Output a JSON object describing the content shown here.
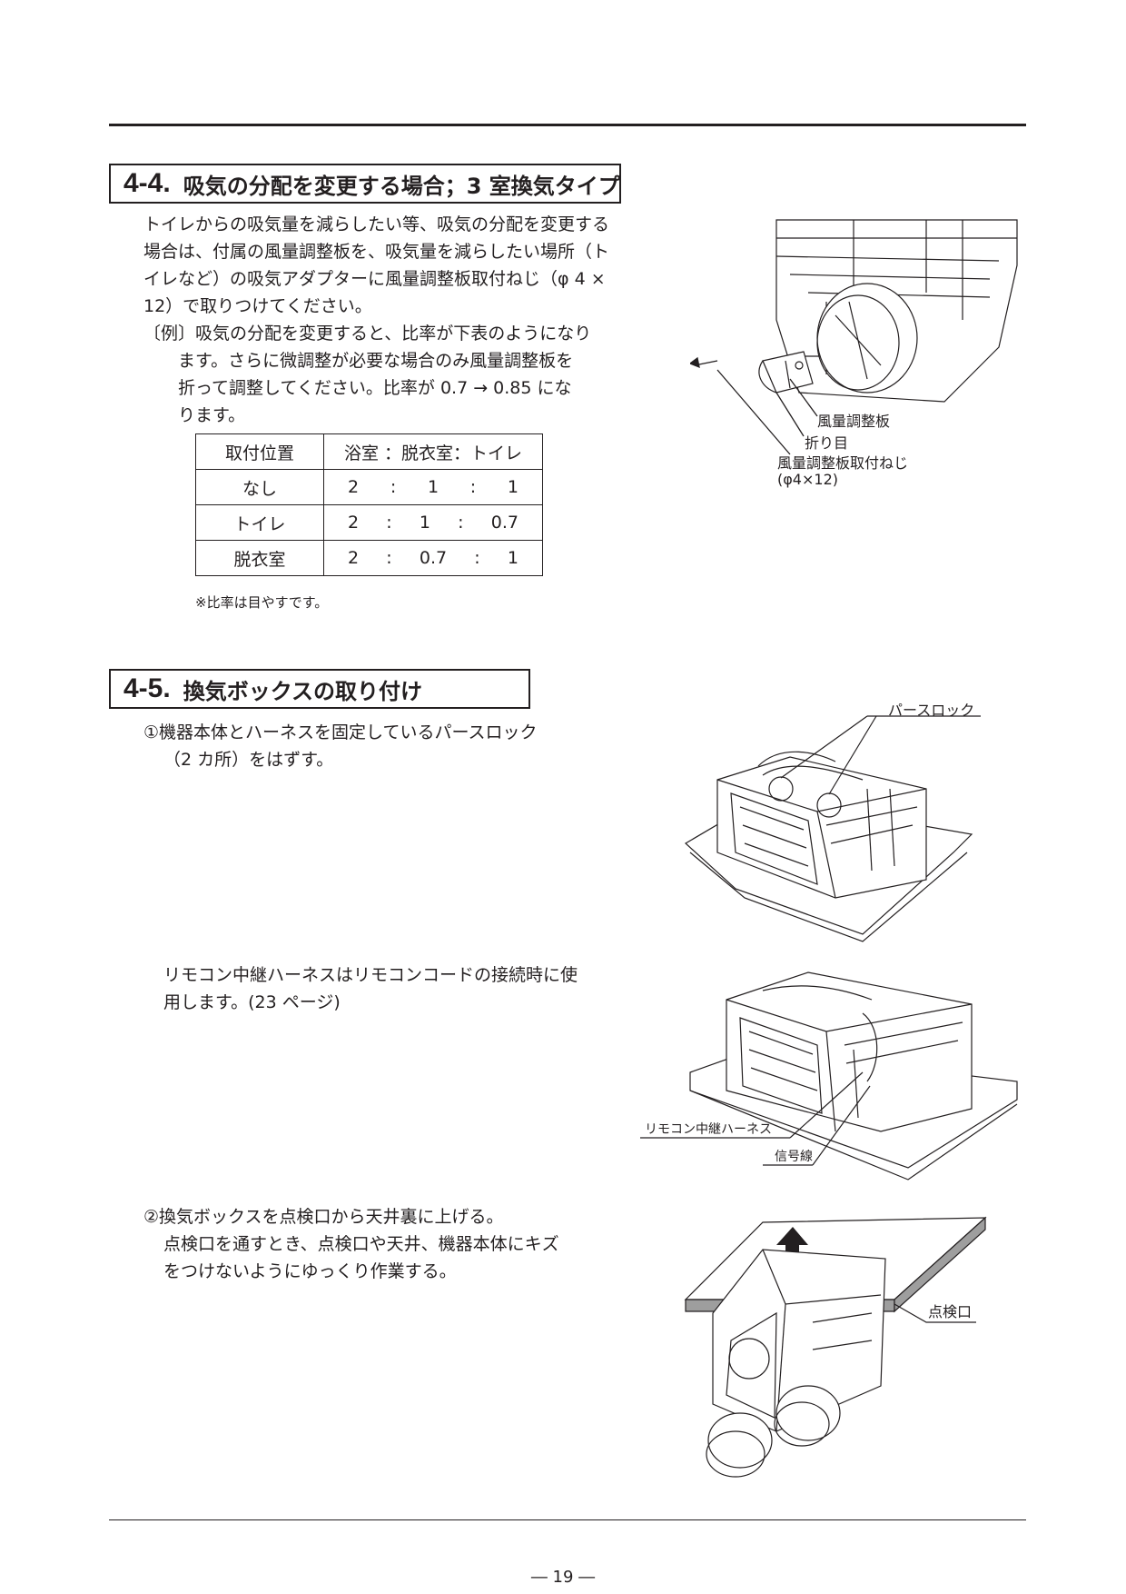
{
  "sec44": {
    "num": "4-4.",
    "title": "吸気の分配を変更する場合；3 室換気タイプ",
    "p1": "トイレからの吸気量を減らしたい等、吸気の分配を変更する",
    "p2": "場合は、付属の風量調整板を、吸気量を減らしたい場所（ト",
    "p3": "イレなど）の吸気アダプターに風量調整板取付ねじ（φ 4 ×",
    "p4": "12）で取りつけてください。",
    "ex1": "〔例〕吸気の分配を変更すると、比率が下表のようになり",
    "ex2": "ます。さらに微調整が必要な場合のみ風量調整板を",
    "ex3": "折って調整してください。比率が 0.7 → 0.85 にな",
    "ex4": "ります。",
    "table": {
      "h1": "取付位置",
      "h2": "浴室 ：脱衣室：トイレ",
      "rows": [
        {
          "pos": "なし",
          "a": "2",
          "b": "1",
          "c": "1"
        },
        {
          "pos": "トイレ",
          "a": "2",
          "b": "1",
          "c": "0.7"
        },
        {
          "pos": "脱衣室",
          "a": "2",
          "b": "0.7",
          "c": "1"
        }
      ],
      "sep": ":"
    },
    "note": "※比率は目やすです。",
    "labels": {
      "plate": "風量調整板",
      "fold": "折り目",
      "screw": "風量調整板取付ねじ",
      "screw_size": "(φ4×12)"
    }
  },
  "sec45": {
    "num": "4-5.",
    "title": "換気ボックスの取り付け",
    "s1a": "①機器本体とハーネスを固定しているパースロック",
    "s1b": "（2 カ所）をはずす。",
    "s1c": "リモコン中継ハーネスはリモコンコードの接続時に使",
    "s1d": "用します。(23 ページ)",
    "s2a": "②換気ボックスを点検口から天井裏に上げる。",
    "s2b": "点検口を通すとき、点検口や天井、機器本体にキズ",
    "s2c": "をつけないようにゆっくり作業する。",
    "labels": {
      "purse_lock": "パースロック",
      "harness": "リモコン中継ハーネス",
      "signal": "信号線",
      "opening": "点検口"
    }
  },
  "page": "― 19 ―"
}
